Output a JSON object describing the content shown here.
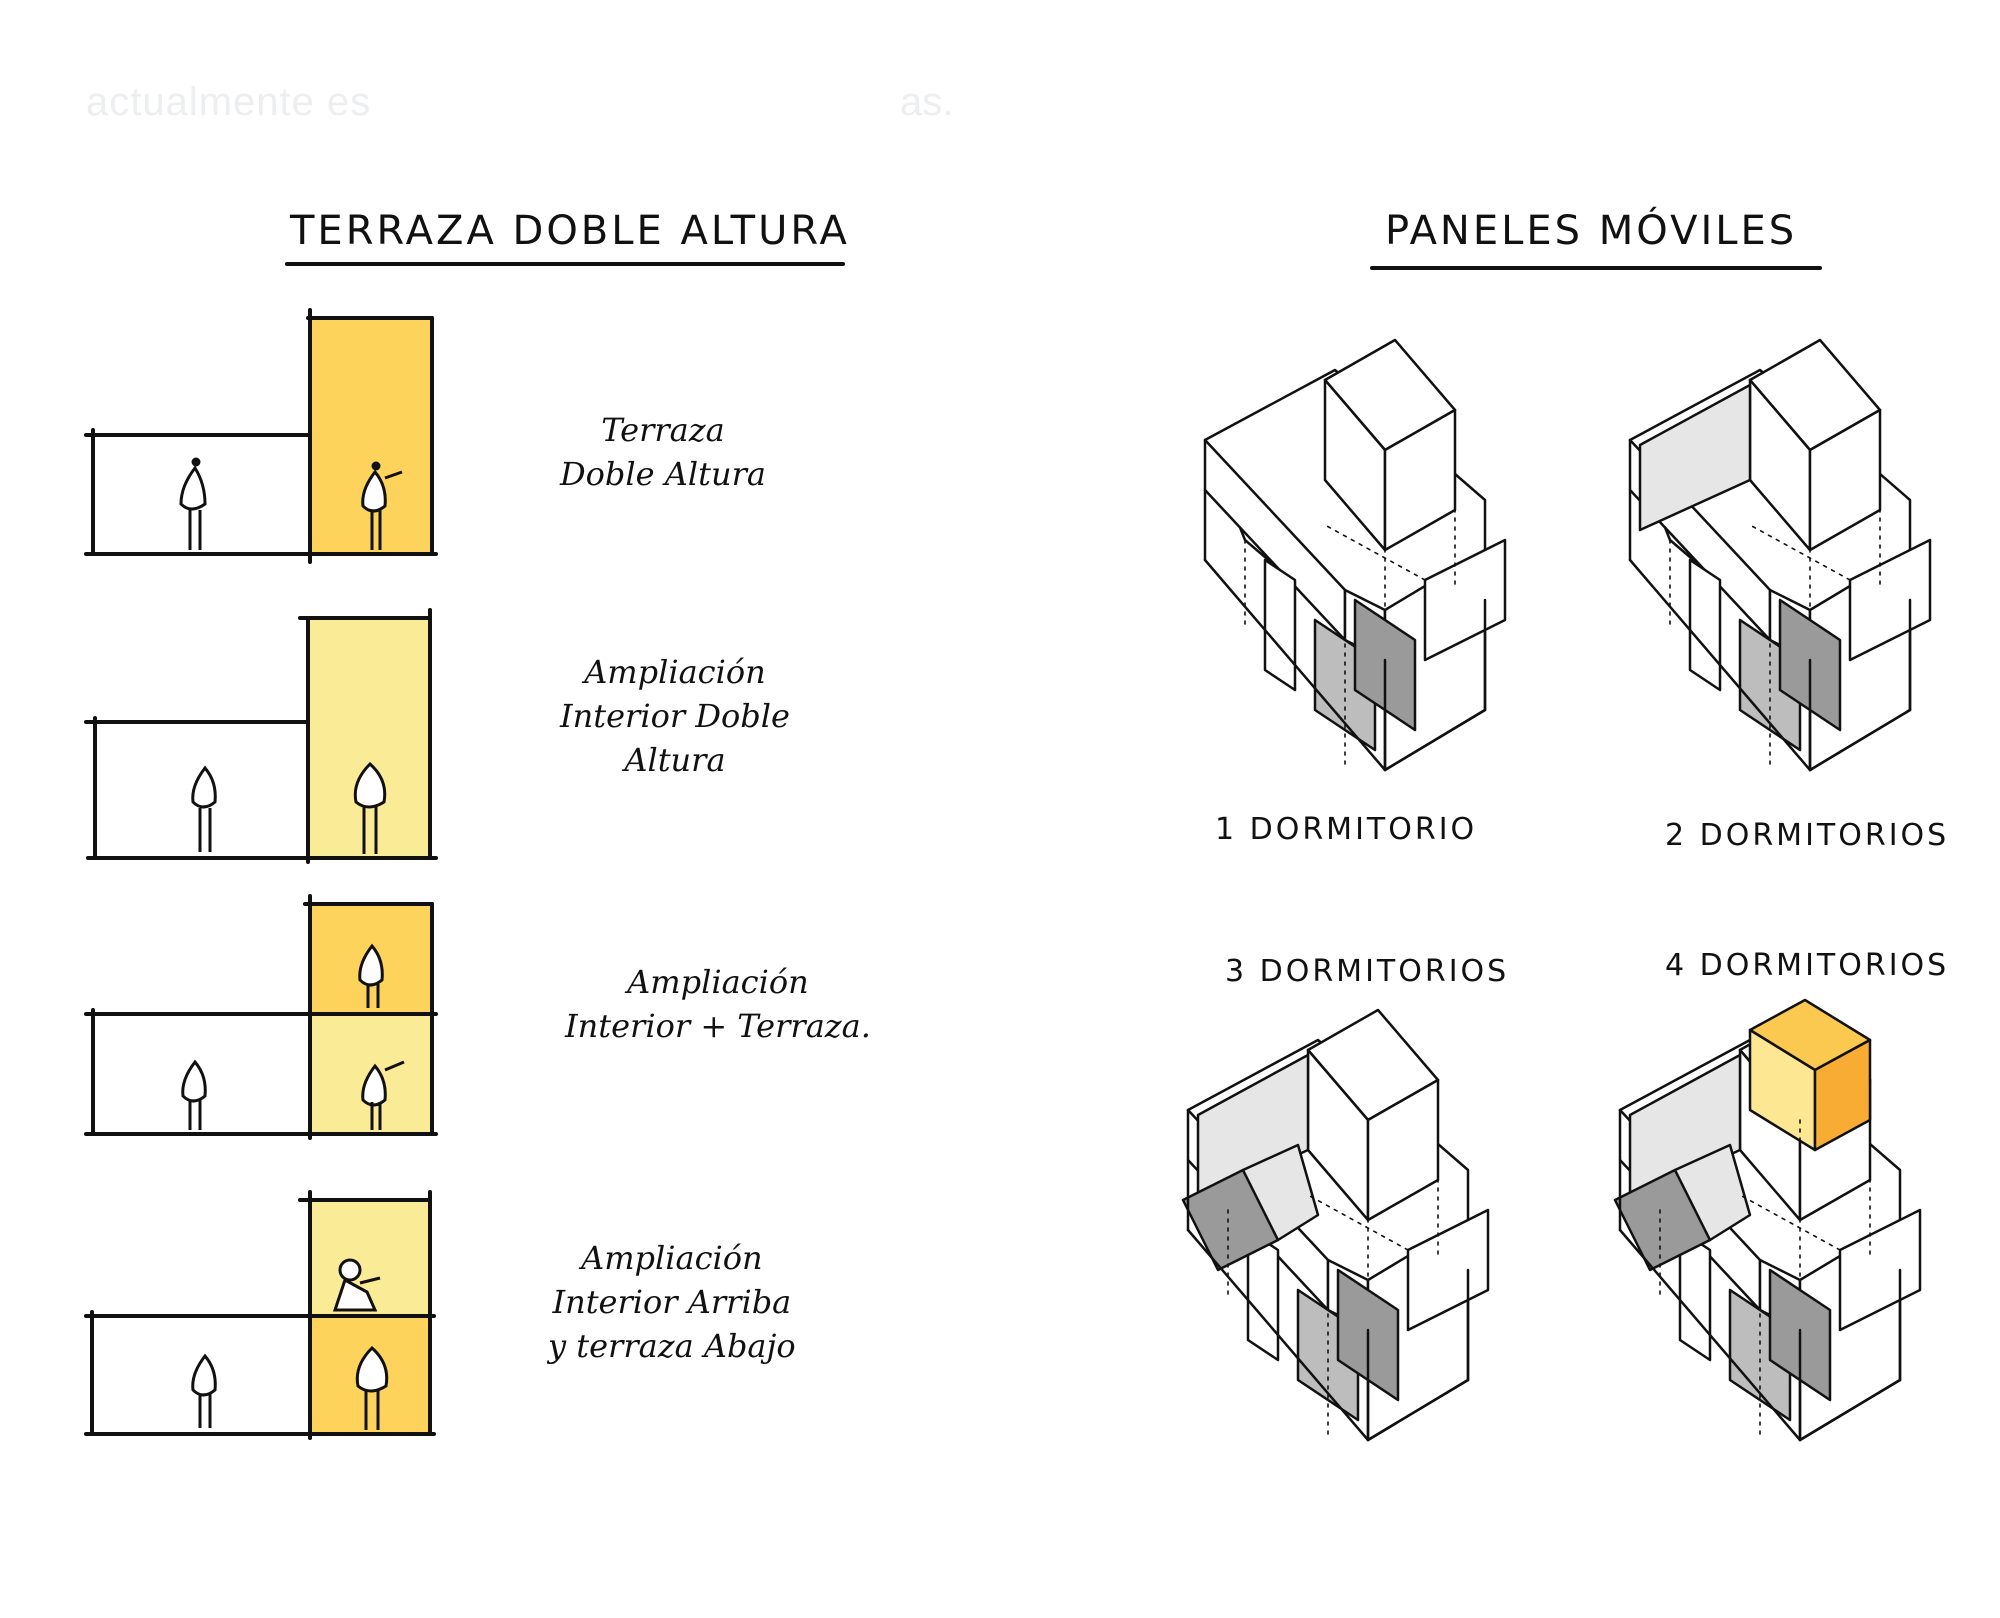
{
  "faded_header": {
    "left": "actualmente es",
    "right": "as."
  },
  "left_panel": {
    "title": "TERRAZA DOBLE ALTURA",
    "colors": {
      "dark_yellow": "#fdd35c",
      "light_yellow": "#faeb97",
      "line": "#111111"
    },
    "sections": [
      {
        "lines": [
          "Terraza",
          "Doble Altura"
        ]
      },
      {
        "lines": [
          "Ampliación",
          "Interior Doble",
          "Altura"
        ]
      },
      {
        "lines": [
          "Ampliación",
          "Interior + Terraza."
        ]
      },
      {
        "lines": [
          "Ampliación",
          "Interior Arriba",
          "y terraza Abajo"
        ]
      }
    ]
  },
  "right_panel": {
    "title": "PANELES MÓVILES",
    "colors": {
      "grey_light": "#e6e6e6",
      "grey_mid": "#bdbdbd",
      "grey_dark": "#9a9a9a",
      "accent_light": "#fde792",
      "accent_mid": "#fbc850",
      "accent_dark": "#f8ac34"
    },
    "diagrams": [
      {
        "label": "1 DORMITORIO"
      },
      {
        "label": "2 DORMITORIOS"
      },
      {
        "label": "3 DORMITORIOS"
      },
      {
        "label": "4 DORMITORIOS"
      }
    ]
  }
}
